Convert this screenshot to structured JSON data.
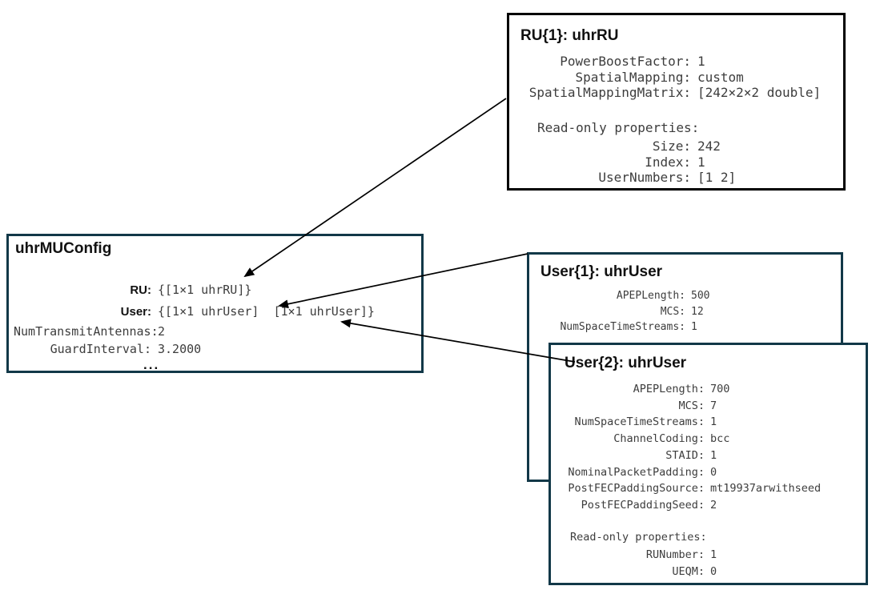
{
  "boxes": {
    "ru": {
      "title": "RU{1}: uhrRU",
      "rows": [
        {
          "name": "PowerBoostFactor",
          "value": "1"
        },
        {
          "name": "SpatialMapping",
          "value": "custom"
        },
        {
          "name": "SpatialMappingMatrix",
          "value": "[242×2×2 double]"
        }
      ],
      "readonly_header": "Read-only properties:",
      "readonly_rows": [
        {
          "name": "Size",
          "value": "242"
        },
        {
          "name": "Index",
          "value": "1"
        },
        {
          "name": "UserNumbers",
          "value": "[1 2]"
        }
      ]
    },
    "mu": {
      "title": "uhrMUConfig",
      "object_rows": [
        {
          "name": "RU",
          "value": "{[1×1 uhrRU]}"
        },
        {
          "name": "User",
          "value": "{[1×1 uhrUser]  [1×1 uhrUser]}"
        }
      ],
      "rows": [
        {
          "name": "NumTransmitAntennas",
          "value": "2"
        },
        {
          "name": "GuardInterval",
          "value": "3.2000"
        }
      ],
      "ellipsis": "..."
    },
    "user1": {
      "title": "User{1}: uhrUser",
      "rows": [
        {
          "name": "APEPLength",
          "value": "500"
        },
        {
          "name": "MCS",
          "value": "12"
        },
        {
          "name": "NumSpaceTimeStreams",
          "value": "1"
        }
      ]
    },
    "user2": {
      "title": "User{2}: uhrUser",
      "rows": [
        {
          "name": "APEPLength",
          "value": "700"
        },
        {
          "name": "MCS",
          "value": "7"
        },
        {
          "name": "NumSpaceTimeStreams",
          "value": "1"
        },
        {
          "name": "ChannelCoding",
          "value": "bcc"
        },
        {
          "name": "STAID",
          "value": "1"
        },
        {
          "name": "NominalPacketPadding",
          "value": "0"
        },
        {
          "name": "PostFECPaddingSource",
          "value": "mt19937arwithseed"
        },
        {
          "name": "PostFECPaddingSeed",
          "value": "2"
        }
      ],
      "readonly_header": "Read-only properties:",
      "readonly_rows": [
        {
          "name": "RUNumber",
          "value": "1"
        },
        {
          "name": "UEQM",
          "value": "0"
        }
      ]
    }
  },
  "colors": {
    "ru_border": "#000000",
    "box_border": "#123848",
    "mono_text": "#3d3d3d",
    "title_text": "#111111",
    "arrow": "#000000"
  }
}
